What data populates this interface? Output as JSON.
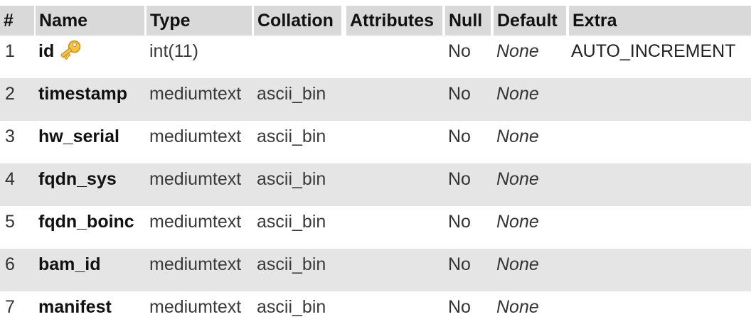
{
  "table": {
    "headers": {
      "num": "#",
      "name": "Name",
      "type": "Type",
      "collation": "Collation",
      "attributes": "Attributes",
      "null": "Null",
      "default": "Default",
      "extra": "Extra"
    },
    "rows": [
      {
        "num": "1",
        "name": "id",
        "type": "int(11)",
        "collation": "",
        "attributes": "",
        "null": "No",
        "default": "None",
        "extra": "AUTO_INCREMENT",
        "primary_key_icon": "key-icon"
      },
      {
        "num": "2",
        "name": "timestamp",
        "type": "mediumtext",
        "collation": "ascii_bin",
        "attributes": "",
        "null": "No",
        "default": "None",
        "extra": ""
      },
      {
        "num": "3",
        "name": "hw_serial",
        "type": "mediumtext",
        "collation": "ascii_bin",
        "attributes": "",
        "null": "No",
        "default": "None",
        "extra": ""
      },
      {
        "num": "4",
        "name": "fqdn_sys",
        "type": "mediumtext",
        "collation": "ascii_bin",
        "attributes": "",
        "null": "No",
        "default": "None",
        "extra": ""
      },
      {
        "num": "5",
        "name": "fqdn_boinc",
        "type": "mediumtext",
        "collation": "ascii_bin",
        "attributes": "",
        "null": "No",
        "default": "None",
        "extra": ""
      },
      {
        "num": "6",
        "name": "bam_id",
        "type": "mediumtext",
        "collation": "ascii_bin",
        "attributes": "",
        "null": "No",
        "default": "None",
        "extra": ""
      },
      {
        "num": "7",
        "name": "manifest",
        "type": "mediumtext",
        "collation": "ascii_bin",
        "attributes": "",
        "null": "No",
        "default": "None",
        "extra": ""
      }
    ]
  },
  "colors": {
    "header_bg": "#d9d9d9",
    "odd_row_bg": "#e5e5e5",
    "even_row_bg": "#ffffff",
    "key_icon": "#f0b429"
  }
}
